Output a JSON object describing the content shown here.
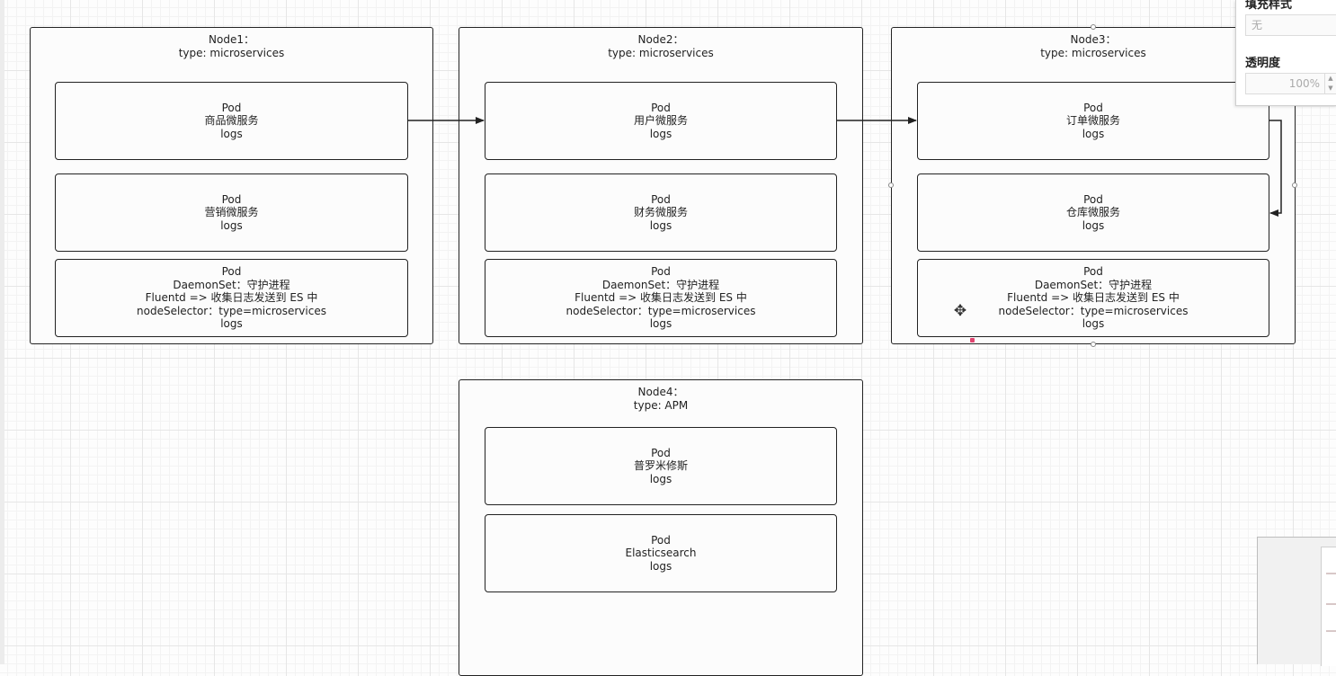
{
  "nodes": [
    {
      "name": "Node1：",
      "type": "type: microservices",
      "pods": [
        {
          "lines": [
            "Pod",
            "商品微服务",
            "logs"
          ]
        },
        {
          "lines": [
            "Pod",
            "营销微服务",
            "logs"
          ]
        },
        {
          "lines": [
            "Pod",
            "DaemonSet：守护进程",
            "Fluentd => 收集日志发送到 ES 中",
            "nodeSelector：type=microservices",
            "logs"
          ]
        }
      ]
    },
    {
      "name": "Node2：",
      "type": "type: microservices",
      "pods": [
        {
          "lines": [
            "Pod",
            "用户微服务",
            "logs"
          ]
        },
        {
          "lines": [
            "Pod",
            "财务微服务",
            "logs"
          ]
        },
        {
          "lines": [
            "Pod",
            "DaemonSet：守护进程",
            "Fluentd => 收集日志发送到 ES 中",
            "nodeSelector：type=microservices",
            "logs"
          ]
        }
      ]
    },
    {
      "name": "Node3：",
      "type": "type: microservices",
      "pods": [
        {
          "lines": [
            "Pod",
            "订单微服务",
            "logs"
          ]
        },
        {
          "lines": [
            "Pod",
            "仓库微服务",
            "logs"
          ]
        },
        {
          "lines": [
            "Pod",
            "DaemonSet：守护进程",
            "Fluentd => 收集日志发送到 ES 中",
            "nodeSelector：type=microservices",
            "logs"
          ]
        }
      ]
    },
    {
      "name": "Node4：",
      "type": "type: APM",
      "pods": [
        {
          "lines": [
            "Pod",
            "普罗米修斯",
            "logs"
          ]
        },
        {
          "lines": [
            "Pod",
            "Elasticsearch",
            "logs"
          ]
        }
      ]
    }
  ],
  "format_panel": {
    "fill_style_label": "填充样式",
    "fill_style_value": "无",
    "opacity_label": "透明度",
    "opacity_value": "100%"
  },
  "icons": {
    "cursor": "move-cursor-icon",
    "stepper_up": "▲",
    "stepper_down": "▼",
    "cursor_glyph": "✥"
  },
  "colors": {
    "stroke": "#222222",
    "selection_marker": "#e0446f"
  }
}
